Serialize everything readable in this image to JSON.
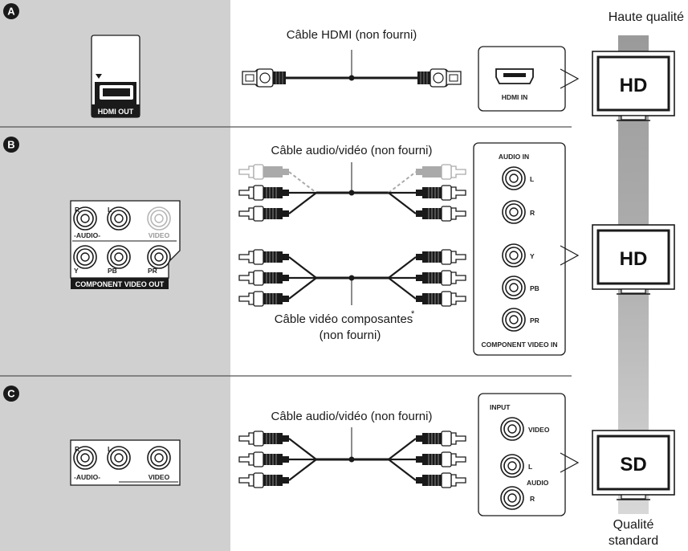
{
  "sections": [
    {
      "letter": "A",
      "cable": "Câble HDMI (non fourni)",
      "device_port": "HDMI OUT",
      "tv_port": "HDMI IN",
      "tv_label": "HD"
    },
    {
      "letter": "B",
      "cable_top": "Câble audio/vidéo (non fourni)",
      "cable_bottom_line1": "Câble vidéo composantes",
      "cable_bottom_marker": "*",
      "cable_bottom_line2": "(non fourni)",
      "device_labels": {
        "r": "R",
        "l": "L",
        "audio": "-AUDIO-",
        "video": "VIDEO",
        "y": "Y",
        "pb": "PB",
        "pr": "PR",
        "component": "COMPONENT VIDEO OUT"
      },
      "tv_labels": {
        "audio_in": "AUDIO IN",
        "l": "L",
        "r": "R",
        "y": "Y",
        "pb": "PB",
        "pr": "PR",
        "component_in": "COMPONENT VIDEO IN"
      },
      "tv_label": "HD"
    },
    {
      "letter": "C",
      "cable": "Câble audio/vidéo (non fourni)",
      "device_labels": {
        "r": "R",
        "l": "L",
        "audio": "-AUDIO-",
        "video": "VIDEO"
      },
      "tv_labels": {
        "input": "INPUT",
        "video": "VIDEO",
        "l": "L",
        "audio": "AUDIO",
        "r": "R"
      },
      "tv_label": "SD"
    }
  ],
  "quality": {
    "high": "Haute qualité",
    "standard_line1": "Qualité",
    "standard_line2": "standard"
  },
  "colors": {
    "panel_gray": "#d0d0d0",
    "band_gray": "#a8a8a8",
    "badge": "#1a1a1a",
    "cable": "#1a1a1a"
  }
}
